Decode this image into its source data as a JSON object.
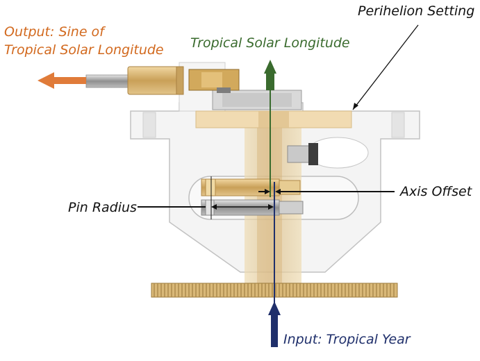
{
  "labels": {
    "output_line1": "Output: Sine of",
    "output_line2": "Tropical Solar Longitude",
    "tropical_solar_longitude": "Tropical Solar Longitude",
    "perihelion_setting": "Perihelion Setting",
    "axis_offset": "Axis Offset",
    "pin_radius": "Pin Radius",
    "input": "Input: Tropical Year"
  },
  "colors": {
    "output": "#e07b39",
    "tropical_axis": "#3a6b2e",
    "input_axis": "#1f2f6b",
    "brass": "#d9b26a",
    "frame": "#b8b8b8"
  },
  "icons": [
    "arrow-left-icon",
    "arrow-up-icon"
  ]
}
